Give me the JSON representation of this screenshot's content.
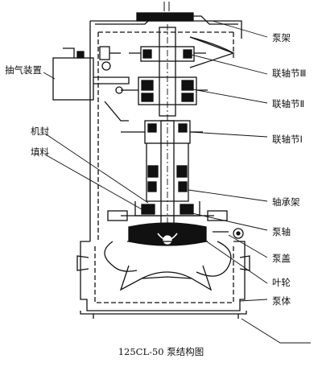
{
  "labels": {
    "pump_frame": "泵架",
    "coupling_3": "联轴节Ⅲ",
    "coupling_2": "联轴节Ⅱ",
    "coupling_1": "联轴节Ⅰ",
    "exhaust_device": "抽气装置",
    "mechanical_seal": "机封",
    "packing": "填料",
    "bearing_frame": "轴承架",
    "pump_shaft": "泵轴",
    "pump_cover": "泵盖",
    "impeller": "叶轮",
    "pump_body": "泵体"
  },
  "caption": "125CL-50 泵结构图",
  "colors": {
    "ink": "#111111",
    "paper": "#ffffff"
  }
}
